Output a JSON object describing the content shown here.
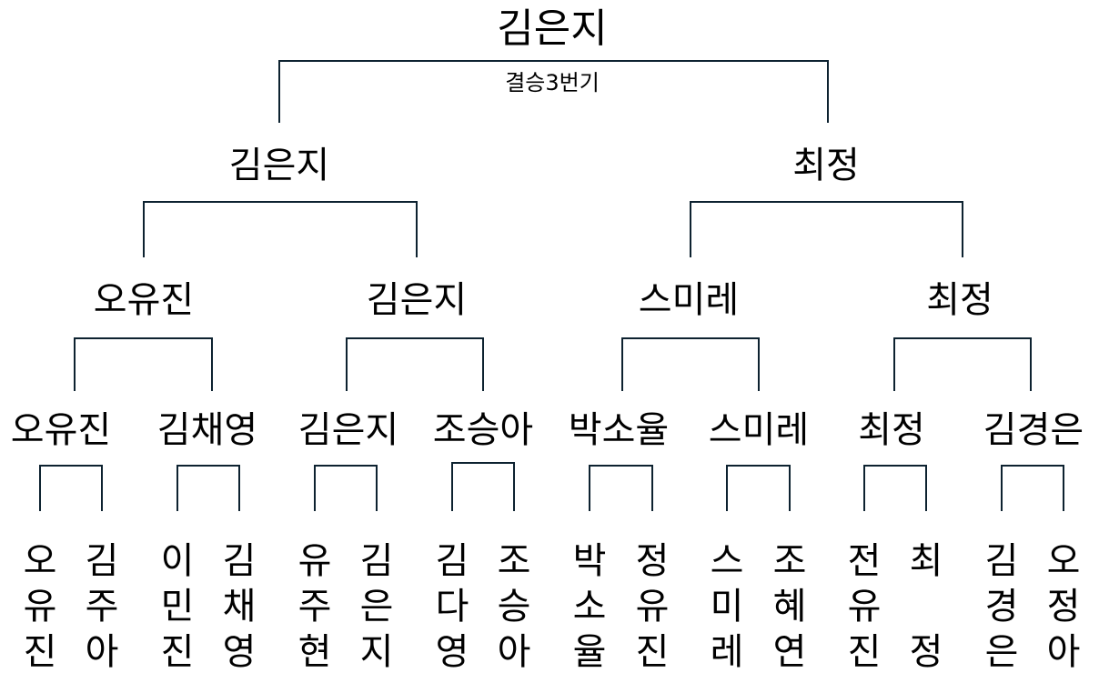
{
  "title": "김은지",
  "final_caption": "결승3번기",
  "semifinal": [
    "김은지",
    "최정"
  ],
  "quarterfinal": [
    "오유진",
    "김은지",
    "스미레",
    "최정"
  ],
  "round_of_8": [
    "오유진",
    "김채영",
    "김은지",
    "조승아",
    "박소율",
    "스미레",
    "최정",
    "김경은"
  ],
  "round_of_16": [
    [
      "오",
      "유",
      "진"
    ],
    [
      "김",
      "주",
      "아"
    ],
    [
      "이",
      "민",
      "진"
    ],
    [
      "김",
      "채",
      "영"
    ],
    [
      "유",
      "주",
      "현"
    ],
    [
      "김",
      "은",
      "지"
    ],
    [
      "김",
      "다",
      "영"
    ],
    [
      "조",
      "승",
      "아"
    ],
    [
      "박",
      "소",
      "율"
    ],
    [
      "정",
      "유",
      "진"
    ],
    [
      "스",
      "미",
      "레"
    ],
    [
      "조",
      "혜",
      "연"
    ],
    [
      "전",
      "유",
      "진"
    ],
    [
      "최",
      "",
      "정"
    ],
    [
      "김",
      "경",
      "은"
    ],
    [
      "오",
      "정",
      "아"
    ]
  ],
  "line_color": "#0d2230"
}
